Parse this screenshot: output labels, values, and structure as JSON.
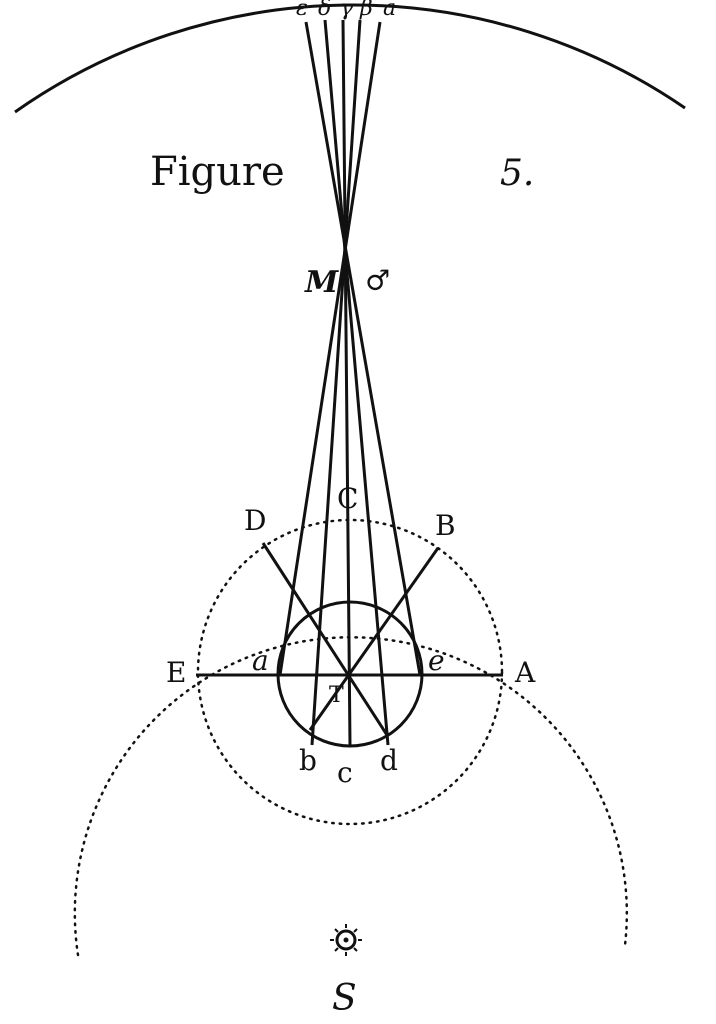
{
  "figure": {
    "title": "Figure",
    "number": "5.",
    "top_labels": [
      "ε",
      "δ",
      "γ",
      "β",
      "a"
    ],
    "mars_label": "M",
    "mars_symbol": "♂",
    "points": {
      "C": "C",
      "D": "D",
      "B": "B",
      "E": "E",
      "A": "A",
      "a": "a",
      "e": "e",
      "T": "T",
      "b": "b",
      "c": "c",
      "d": "d"
    },
    "sun_label": "S",
    "sun_symbol": "☼"
  }
}
